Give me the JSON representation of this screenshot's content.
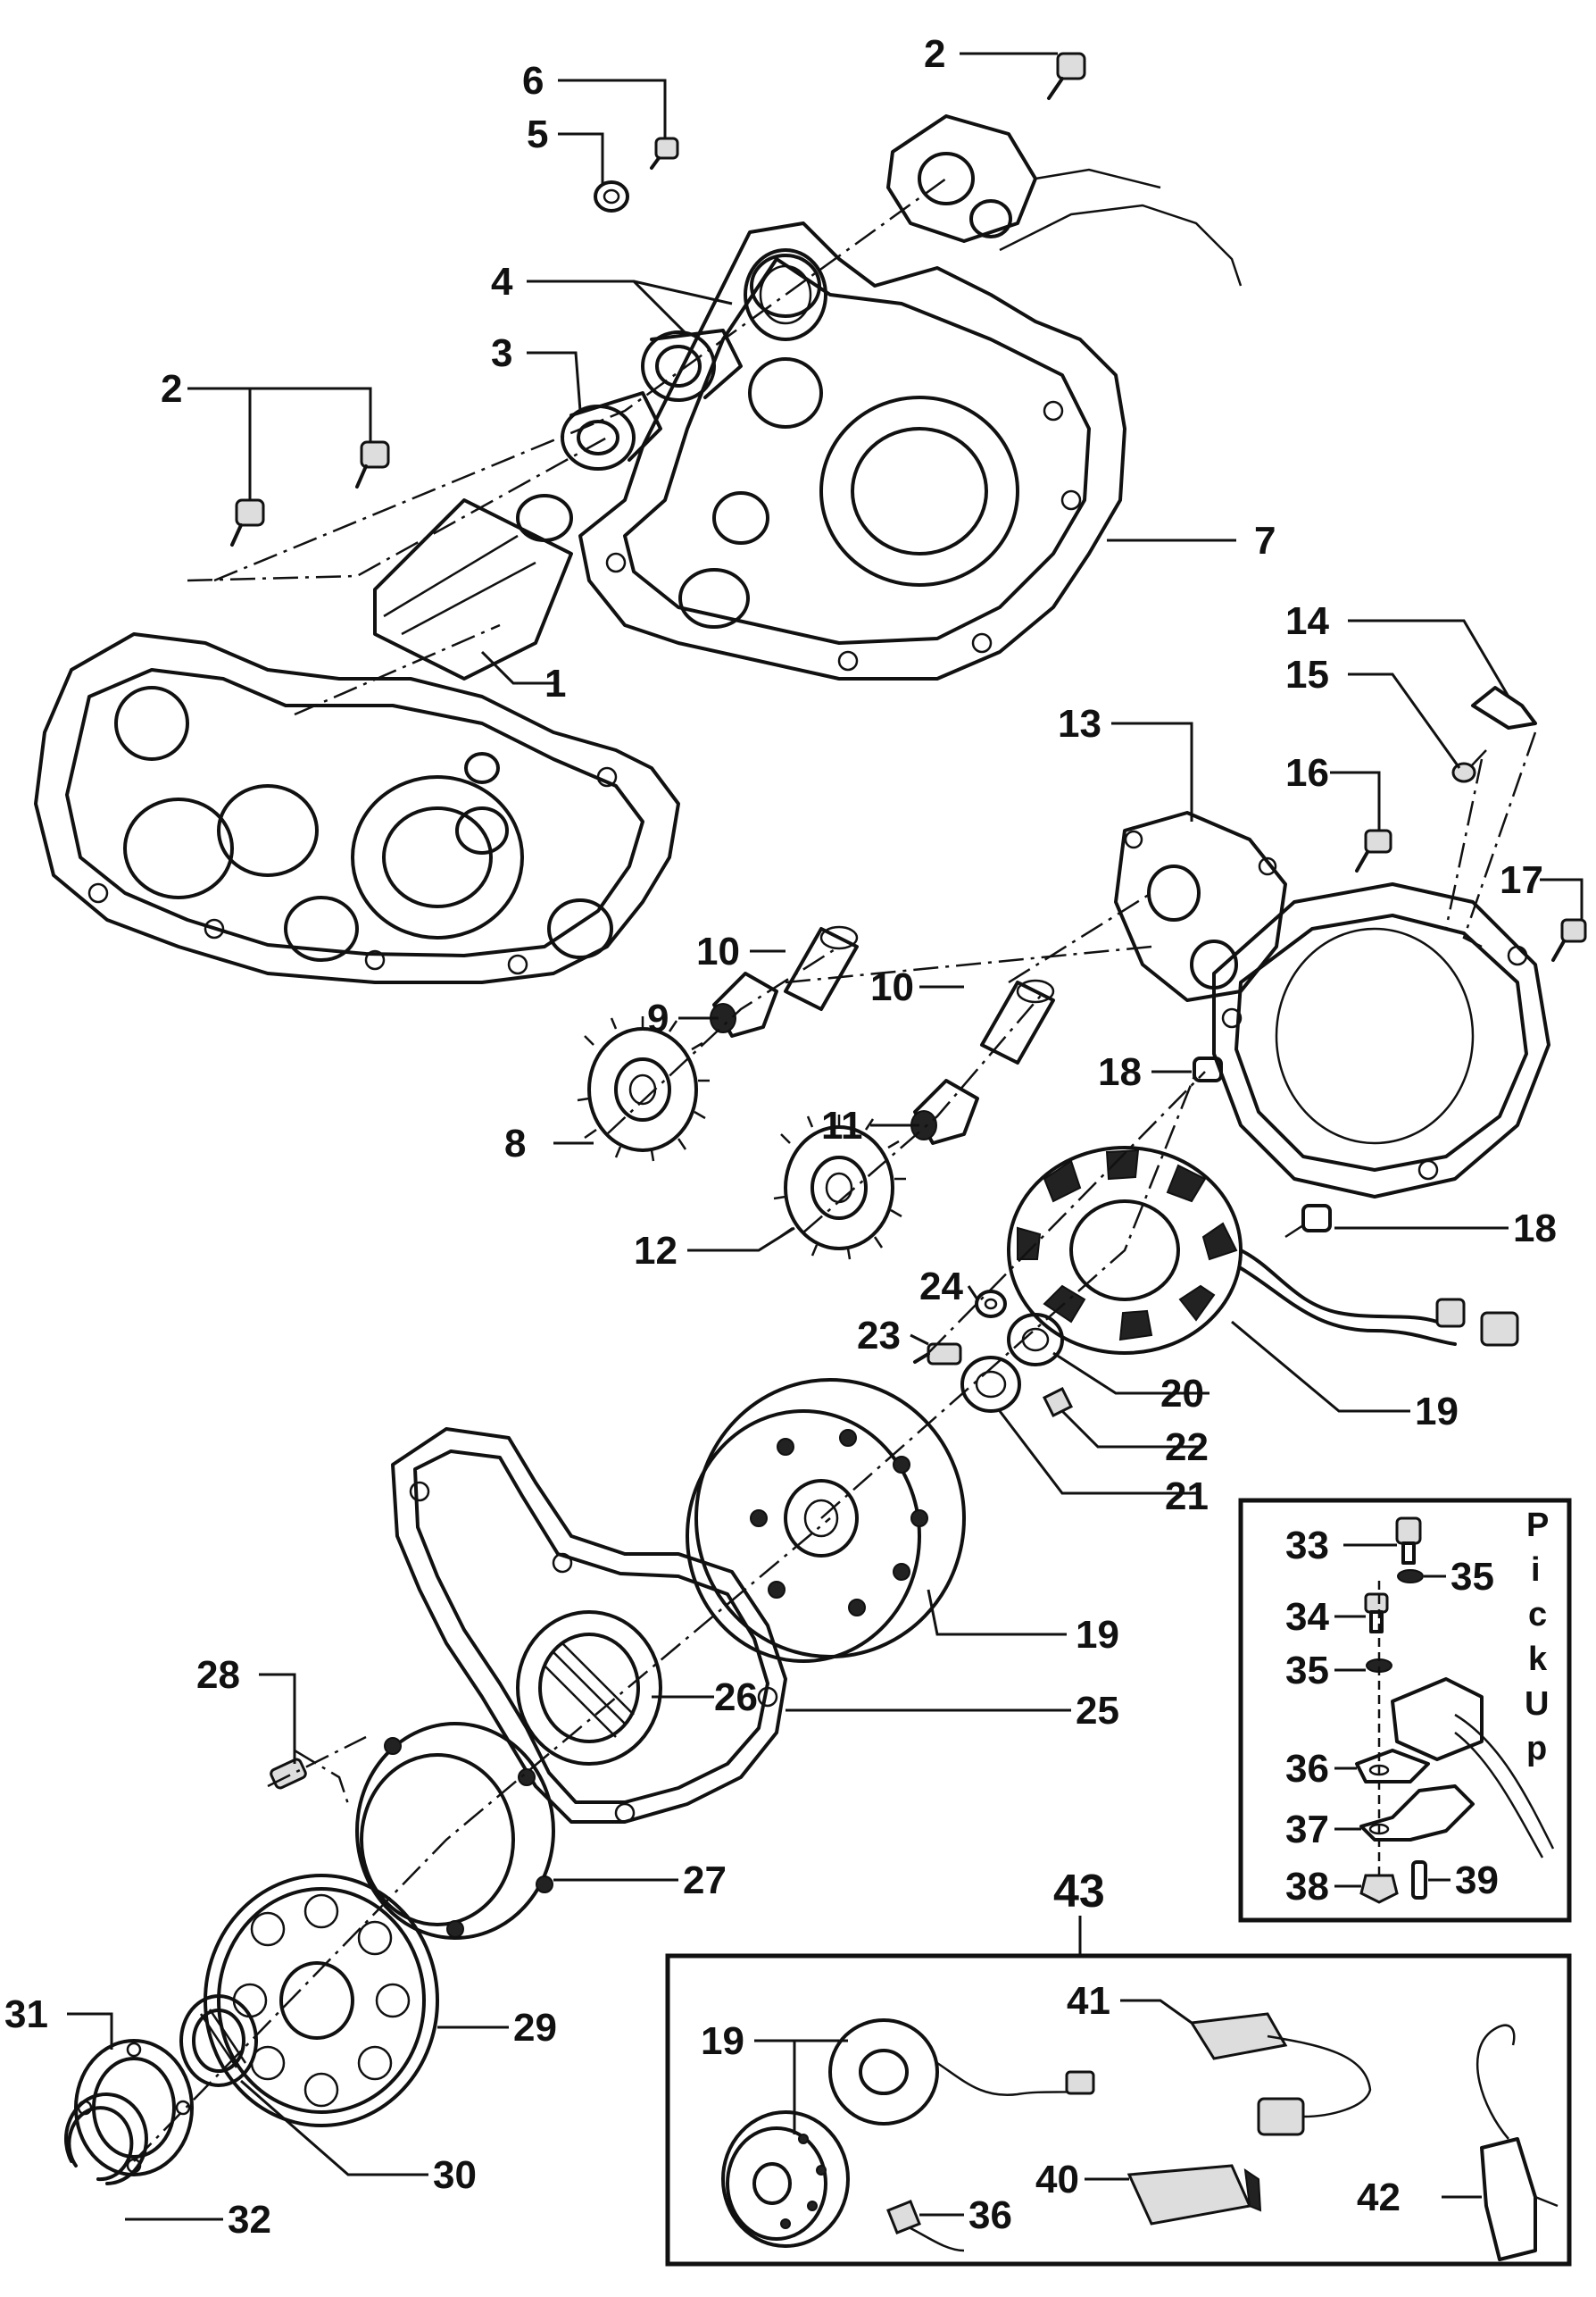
{
  "labels": {
    "l1": "1",
    "l2a": "2",
    "l2b": "2",
    "l3": "3",
    "l4": "4",
    "l5": "5",
    "l6": "6",
    "l7": "7",
    "l8": "8",
    "l9": "9",
    "l10a": "10",
    "l10b": "10",
    "l11": "11",
    "l12": "12",
    "l13": "13",
    "l14": "14",
    "l15": "15",
    "l16": "16",
    "l17": "17",
    "l18a": "18",
    "l18b": "18",
    "l19a": "19",
    "l19b": "19",
    "l19c": "19",
    "l20": "20",
    "l21": "21",
    "l22": "22",
    "l23": "23",
    "l24": "24",
    "l25": "25",
    "l26": "26",
    "l27": "27",
    "l28": "28",
    "l29": "29",
    "l30": "30",
    "l31": "31",
    "l32": "32",
    "l33": "33",
    "l34": "34",
    "l35a": "35",
    "l35b": "35",
    "l36a": "36",
    "l36b": "36",
    "l37": "37",
    "l38": "38",
    "l39": "39",
    "l40": "40",
    "l41": "41",
    "l42": "42",
    "l43": "43"
  },
  "pickup_box": {
    "letters": [
      "P",
      "i",
      "c",
      "k",
      "U",
      "p"
    ]
  }
}
